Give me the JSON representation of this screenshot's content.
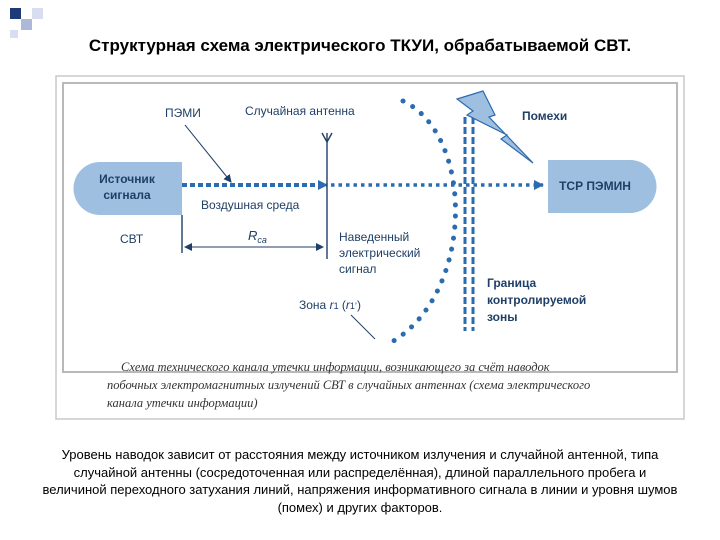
{
  "slide": {
    "title": "Структурная схема электрического ТКУИ, обрабатываемой СВТ.",
    "description": "Уровень наводок зависит от расстояния между источником излучения и случайной антенной, типа случайной антенны (сосредоточенная или распределённая), длиной параллельного пробега и величиной переходного затухания линий, напряжения информативного сигнала в линии и уровня шумов (помех) и других факторов."
  },
  "diagram": {
    "source_line1": "Источник",
    "source_line2": "сигнала",
    "svt": "СВТ",
    "pemi": "ПЭМИ",
    "random_antenna": "Случайная антенна",
    "air_medium": "Воздушная среда",
    "r_main": "R",
    "r_sub": "са",
    "induced_line1": "Наведенный",
    "induced_line2": "электрический",
    "induced_line3": "сигнал",
    "zone_prefix": "Зона ",
    "zone_r1": "r",
    "zone_r1_sub": "1",
    "zone_alt_open": " (",
    "zone_r1_alt": "r",
    "zone_r1_alt_sub": "1’",
    "zone_alt_close": ")",
    "interference": "Помехи",
    "boundary_line1": "Граница",
    "boundary_line2": "контролируемой",
    "boundary_line3": "зоны",
    "receiver": "ТСР ПЭМИН",
    "caption_line1": "Схема технического канала утечки информации, возникающего за счёт наводок",
    "caption_line2": "побочных электромагнитных излучений СВТ в случайных антеннах (схема электрического",
    "caption_line3": "канала утечки информации)"
  },
  "colors": {
    "accent_blue": "#2b6bb0",
    "shape_fill": "#9fbfe0",
    "dark_text": "#1f3f66",
    "frame": "#b9b9b9",
    "corner_dark": "#1f3a7a",
    "corner_light": "#aeb8d8"
  }
}
